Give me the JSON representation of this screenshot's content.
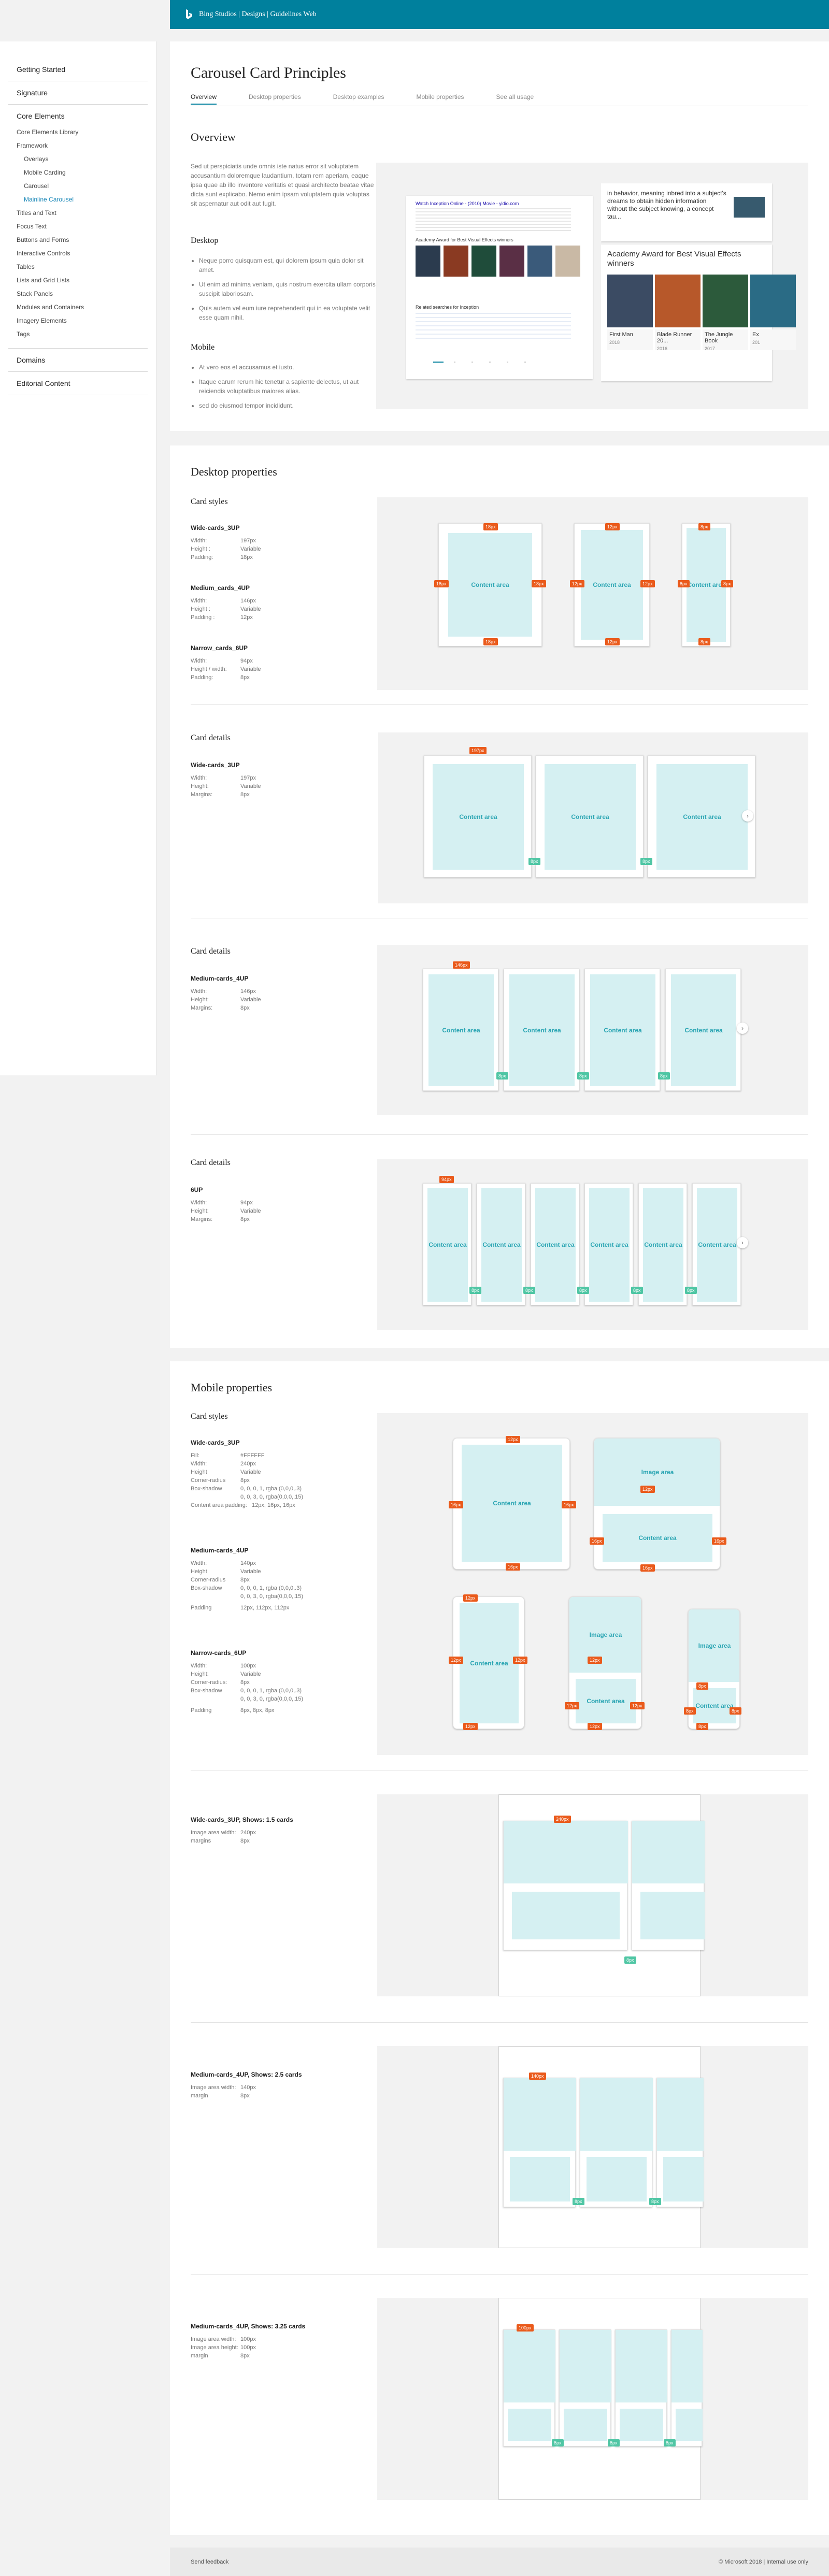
{
  "header": {
    "brand": "Bing Studios | Designs | Guidelines Web"
  },
  "sidebar": {
    "groups": [
      "Getting Started",
      "Signature",
      "Core Elements",
      "Domains",
      "Editorial Content"
    ],
    "items": [
      "Core Elements Library",
      "Framework",
      "Overlays",
      "Mobile Carding",
      "Carousel",
      "Mainline Carousel",
      "Titles and Text",
      "Focus Text",
      "Buttons and Forms",
      "Interactive Controls",
      "Tables",
      "Lists and Grid Lists",
      "Stack Panels",
      "Modules and Containers",
      "Imagery Elements",
      "Tags"
    ]
  },
  "page": {
    "title": "Carousel Card Principles",
    "tabs": [
      "Overview",
      "Desktop properties",
      "Desktop examples",
      "Mobile properties",
      "See all usage"
    ]
  },
  "overview": {
    "title": "Overview",
    "intro": "Sed ut perspiciatis unde omnis iste natus error sit voluptatem accusantium doloremque laudantium, totam rem aperiam, eaque ipsa quae ab illo inventore veritatis et quasi architecto beatae vitae dicta sunt explicabo. Nemo enim ipsam voluptatem quia voluptas sit aspernatur aut odit aut fugit.",
    "desktop_title": "Desktop",
    "desktop_bullets": [
      "Neque porro quisquam est, qui dolorem ipsum quia dolor sit amet.",
      "Ut enim ad minima veniam, quis nostrum exercita ullam corporis suscipit laboriosam.",
      "Quis autem vel eum iure reprehenderit qui in ea voluptate velit esse quam nihil."
    ],
    "mobile_title": "Mobile",
    "mobile_bullets": [
      "At vero eos et accusamus et iusto.",
      "Itaque earum rerum hic tenetur a sapiente delectus, ut aut reiciendis voluptatibus maiores alias.",
      "sed do eiusmod tempor incididunt."
    ],
    "serp": {
      "link": "Watch Inception Online - (2010) Movie - yidio.com",
      "award": "Academy Award for Best Visual Effects winners",
      "related": "Related searches for Inception"
    },
    "mobile_preview": {
      "text": "in behavior, meaning inbred into a subject's dreams to obtain hidden information without the subject knowing, a concept tau...",
      "title": "Academy Award for Best Visual Effects winners",
      "movies": [
        {
          "t": "First Man",
          "y": "2018"
        },
        {
          "t": "Blade Runner 20...",
          "y": "2016"
        },
        {
          "t": "The Jungle Book",
          "y": "2017"
        },
        {
          "t": "Ex",
          "y": "201"
        }
      ]
    }
  },
  "desktop": {
    "title": "Desktop properties",
    "styles_title": "Card styles",
    "content_area": "Content area",
    "specs": [
      {
        "name": "Wide-cards_3UP",
        "rows": [
          [
            "Width:",
            "197px"
          ],
          [
            "Height :",
            "Variable"
          ],
          [
            "Padding:",
            "18px"
          ]
        ]
      },
      {
        "name": "Medium_cards_4UP",
        "rows": [
          [
            "Width:",
            "146px"
          ],
          [
            "Height :",
            "Variable"
          ],
          [
            "Padding :",
            "12px"
          ]
        ]
      },
      {
        "name": "Narrow_cards_6UP",
        "rows": [
          [
            "Width:",
            "94px"
          ],
          [
            "Height / width:",
            "Variable"
          ],
          [
            "Padding:",
            "8px"
          ]
        ]
      }
    ],
    "tags": {
      "p18": "18px",
      "p12": "12px",
      "p8": "8px",
      "w197": "197px",
      "w146": "146px",
      "w94": "94px"
    },
    "details_title": "Card details",
    "details": [
      {
        "name": "Wide-cards_3UP",
        "rows": [
          [
            "Width:",
            "197px"
          ],
          [
            "Height:",
            "Variable"
          ],
          [
            "Margins:",
            "8px"
          ]
        ]
      },
      {
        "name": "Medium-cards_4UP",
        "rows": [
          [
            "Width:",
            "146px"
          ],
          [
            "Height:",
            "Variable"
          ],
          [
            "Margins:",
            "8px"
          ]
        ]
      },
      {
        "name": "6UP",
        "rows": [
          [
            "Width:",
            "94px"
          ],
          [
            "Height:",
            "Variable"
          ],
          [
            "Margins:",
            "8px"
          ]
        ]
      }
    ],
    "chevron": "›"
  },
  "mobile": {
    "title": "Mobile properties",
    "styles_title": "Card styles",
    "content_area": "Content area",
    "image_area": "Image area",
    "specs": [
      {
        "name": "Wide-cards_3UP",
        "rows": [
          [
            "Fill:",
            "#FFFFFF"
          ],
          [
            "Width:",
            "240px"
          ],
          [
            "Height",
            "Variable"
          ],
          [
            "Corner-radius",
            "8px"
          ],
          [
            "Box-shadow",
            "0, 0, 0, 1, rgba (0,0,0,.3)"
          ],
          [
            "",
            "0, 0, 3, 0, rgba(0,0,0,.15)"
          ],
          [
            "Content area padding:",
            "12px, 16px, 16px"
          ]
        ]
      },
      {
        "name": "Medium-cards_4UP",
        "rows": [
          [
            "Width:",
            "140px"
          ],
          [
            "Height",
            "Variable"
          ],
          [
            "Corner-radius",
            "8px"
          ],
          [
            "Box-shadow",
            "0, 0, 0, 1, rgba (0,0,0,.3)"
          ],
          [
            "",
            "0, 0, 3, 0, rgba(0,0,0,.15)"
          ],
          [
            "Padding",
            "12px, 112px, 112px"
          ]
        ]
      },
      {
        "name": "Narrow-cards_6UP",
        "rows": [
          [
            "Width:",
            "100px"
          ],
          [
            "Height:",
            "Variable"
          ],
          [
            "Corner-radius:",
            "8px"
          ],
          [
            "Box-shadow",
            "0, 0, 0, 1, rgba (0,0,0,.3)"
          ],
          [
            "",
            "0, 0, 3, 0, rgba(0,0,0,.15)"
          ],
          [
            "Padding",
            "8px, 8px, 8px"
          ]
        ]
      }
    ],
    "shows": [
      {
        "name": "Wide-cards_3UP, Shows: 1.5 cards",
        "rows": [
          [
            "Image area width:",
            "240px"
          ],
          [
            "margins",
            "8px"
          ]
        ],
        "tag": "240px"
      },
      {
        "name": "Medium-cards_4UP, Shows: 2.5 cards",
        "rows": [
          [
            "Image area width:",
            "140px"
          ],
          [
            "margin",
            "8px"
          ]
        ],
        "tag": "140px"
      },
      {
        "name": "Medium-cards_4UP, Shows: 3.25 cards",
        "rows": [
          [
            "Image area width:",
            "100px"
          ],
          [
            "Image area height:",
            "100px"
          ],
          [
            "margin",
            "8px"
          ]
        ],
        "tag": "100px"
      }
    ],
    "tags": {
      "p16": "16px",
      "p12": "12px",
      "p8": "8px"
    }
  },
  "footer": {
    "feedback": "Send feedback",
    "copyright": "© Microsoft 2018 | Internal use only"
  }
}
